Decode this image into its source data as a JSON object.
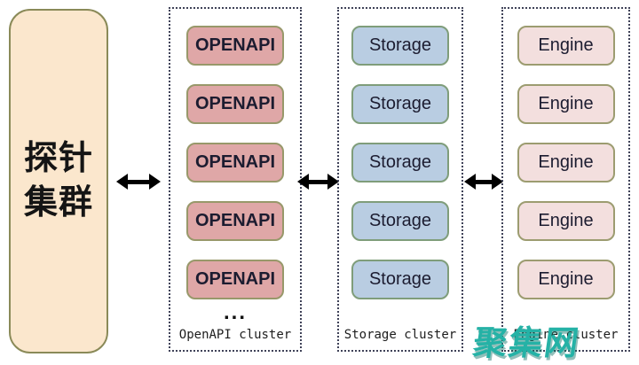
{
  "probe_box": {
    "label": "探针集群",
    "lines": [
      "探针",
      "集群"
    ],
    "fill": "#fbe7cd",
    "border_color": "#8a8a58"
  },
  "clusters": [
    {
      "caption": "OpenAPI cluster",
      "ellipsis": "...",
      "nodes": [
        "OPENAPI",
        "OPENAPI",
        "OPENAPI",
        "OPENAPI",
        "OPENAPI"
      ],
      "node_fill": "#dfa7a7",
      "node_border": "#98986a"
    },
    {
      "caption": "Storage cluster",
      "nodes": [
        "Storage",
        "Storage",
        "Storage",
        "Storage",
        "Storage"
      ],
      "node_fill": "#b9cde2",
      "node_border": "#7f9d7a"
    },
    {
      "caption": "Engine cluster",
      "nodes": [
        "Engine",
        "Engine",
        "Engine",
        "Engine",
        "Engine"
      ],
      "node_fill": "#f3dfde",
      "node_border": "#9c9c70"
    }
  ],
  "arrows": [
    {
      "between": "probe-box and openapi-cluster",
      "direction": "bidirectional"
    },
    {
      "between": "openapi-cluster and storage-cluster",
      "direction": "bidirectional"
    },
    {
      "between": "storage-cluster and engine-cluster",
      "direction": "bidirectional"
    }
  ],
  "watermark": {
    "text": "聚集网",
    "color": "#25b2a6"
  },
  "style_colors": {
    "dotted_border": "#3f4258",
    "arrow": "#000000",
    "background": "#ffffff"
  }
}
